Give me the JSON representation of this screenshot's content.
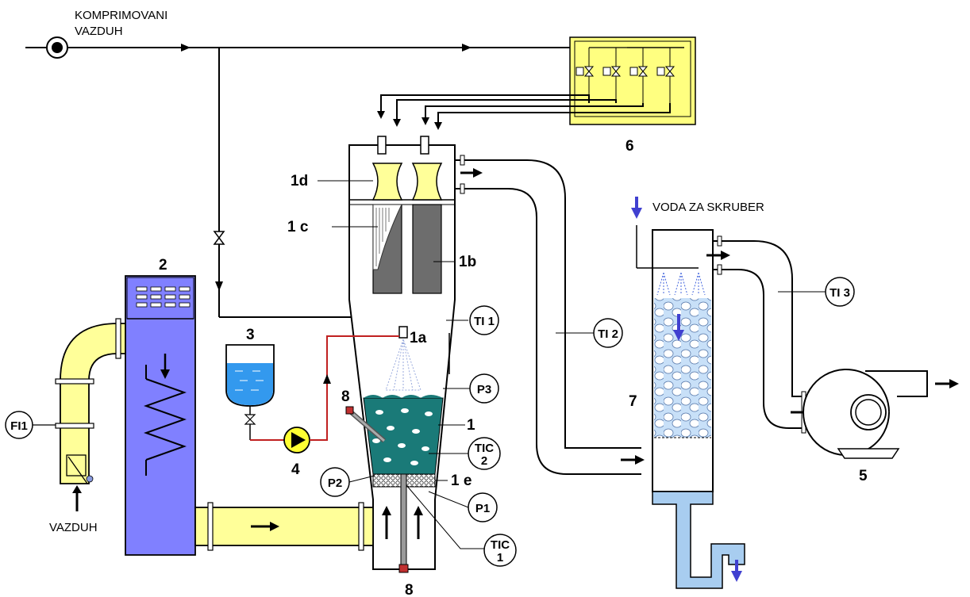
{
  "labels": {
    "compressed_air": "KOMPRIMOVANI\nVAZDUH",
    "air_inlet": "VAZDUH",
    "scrubber_water": "VODA ZA SKRUBER",
    "unit_2": "2",
    "unit_3": "3",
    "unit_4": "4",
    "unit_5": "5",
    "unit_6": "6",
    "unit_7": "7",
    "unit_1": "1",
    "unit_1a": "1a",
    "unit_1b": "1b",
    "unit_1c": "1 c",
    "unit_1d": "1d",
    "unit_1e": "1 e",
    "unit_8_top": "8",
    "unit_8_bottom": "8"
  },
  "instruments": {
    "fi1": "FI1",
    "ti1": "TI 1",
    "ti2": "TI 2",
    "ti3": "TI 3",
    "p1": "P1",
    "p2": "P2",
    "p3": "P3",
    "tic1_line1": "TIC",
    "tic1_line2": "1",
    "tic2_line1": "TIC",
    "tic2_line2": "2"
  },
  "colors": {
    "heater": "#8080ff",
    "duct_yellow": "#ffff99",
    "bed": "#1a7a78",
    "water": "#3399ee",
    "scrubber_drain": "#a8cdf0",
    "filter": "#707070",
    "valve_box": "#ffff80"
  }
}
